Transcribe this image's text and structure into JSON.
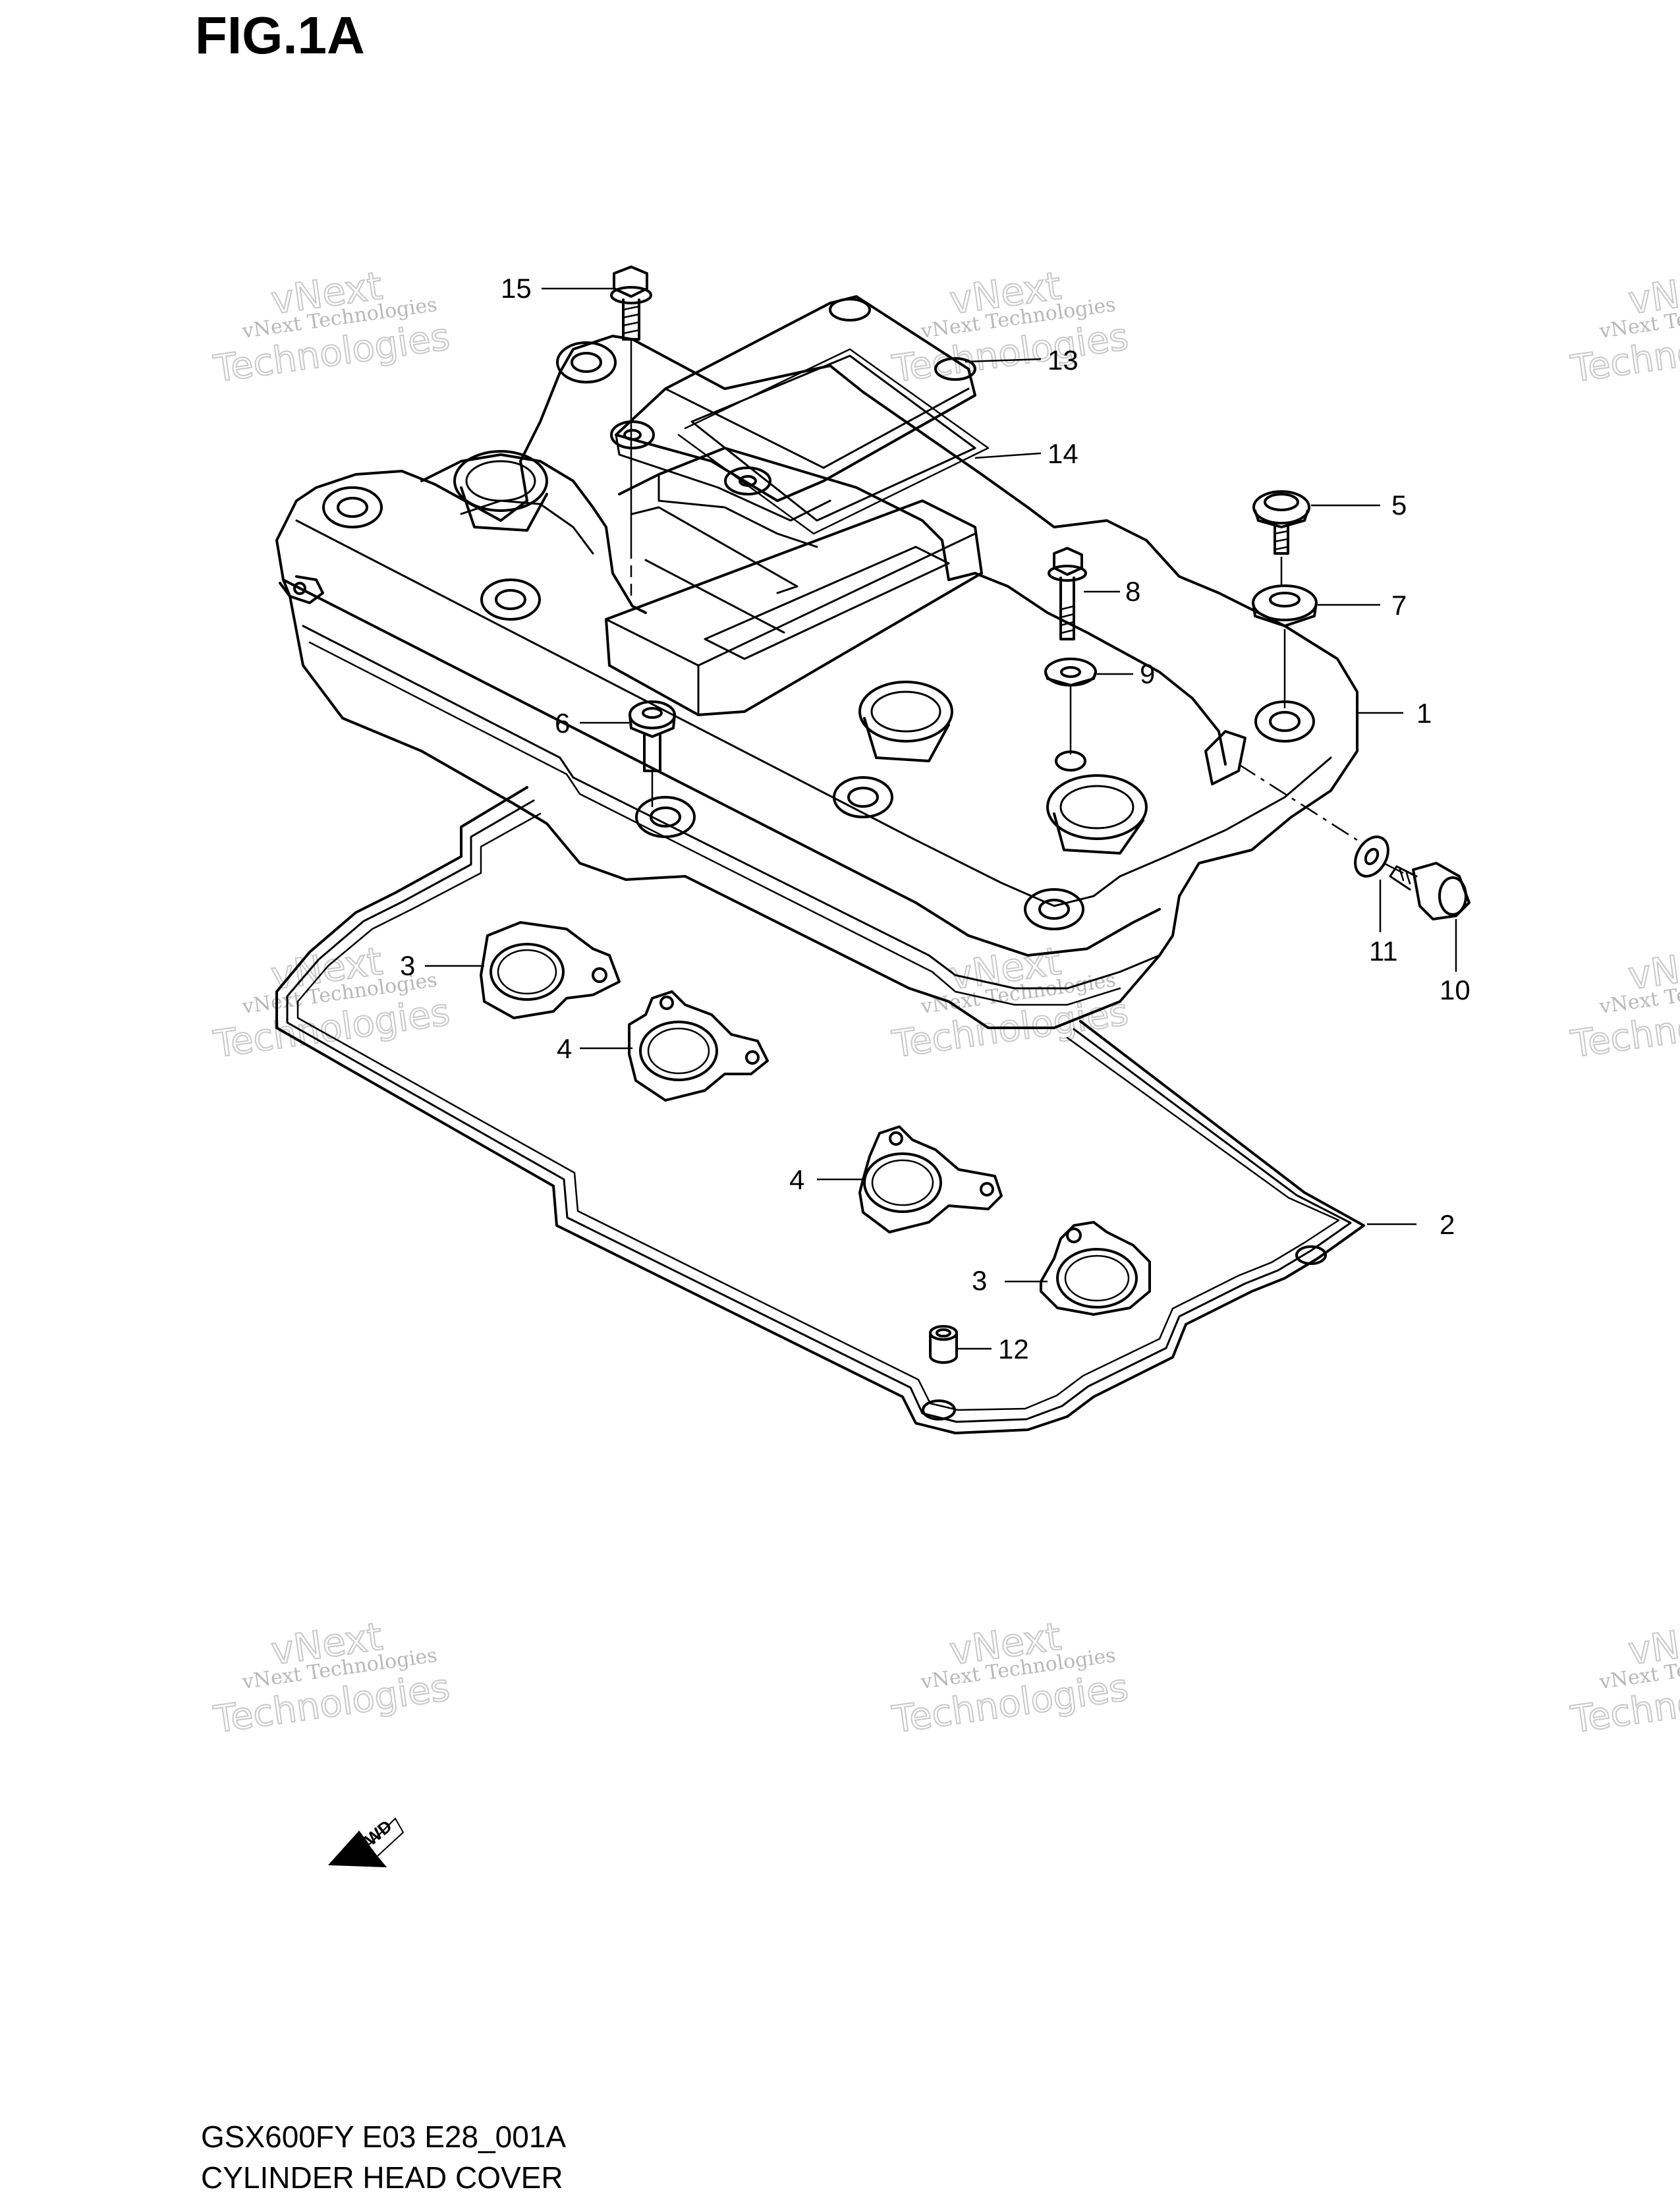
{
  "figure": {
    "title": "FIG.1A"
  },
  "callouts": [
    {
      "n": "1"
    },
    {
      "n": "2"
    },
    {
      "n": "3"
    },
    {
      "n": "3"
    },
    {
      "n": "4"
    },
    {
      "n": "4"
    },
    {
      "n": "5"
    },
    {
      "n": "6"
    },
    {
      "n": "7"
    },
    {
      "n": "8"
    },
    {
      "n": "9"
    },
    {
      "n": "10"
    },
    {
      "n": "11"
    },
    {
      "n": "12"
    },
    {
      "n": "13"
    },
    {
      "n": "14"
    },
    {
      "n": "15"
    }
  ],
  "watermark": {
    "line1": "vNext Technologies",
    "line2": "vNext",
    "line3": "Technologies"
  },
  "fwd_label": "FWD",
  "footer": {
    "model": "GSX600FY E03 E28_001A",
    "name": "CYLINDER HEAD COVER"
  },
  "colors": {
    "ink": "#000000",
    "watermark": "#c8c8c8",
    "background": "#ffffff"
  }
}
